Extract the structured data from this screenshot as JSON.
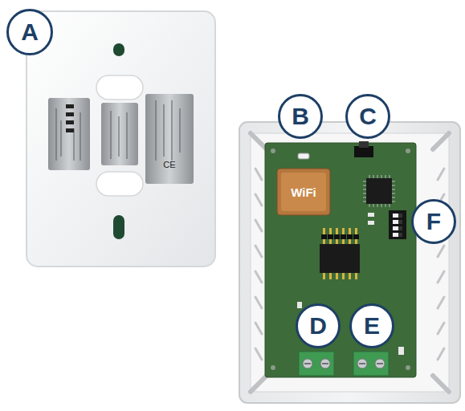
{
  "diagram": {
    "nodes": [
      {
        "text": [
          "A"
        ]
      },
      {
        "text": [
          "B"
        ]
      },
      {
        "text": [
          "C"
        ]
      },
      {
        "text": [
          "D"
        ]
      },
      {
        "text": [
          "E"
        ]
      },
      {
        "text": [
          "F"
        ]
      }
    ],
    "labels": [
      "WiFi",
      "CE"
    ]
  }
}
